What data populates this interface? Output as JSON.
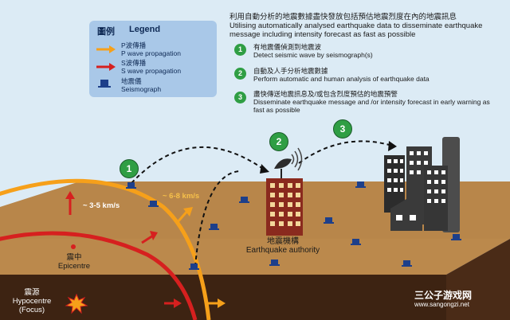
{
  "legend": {
    "title_zh": "圖例",
    "title_en": "Legend",
    "p_wave_zh": "P波傳播",
    "p_wave_en": "P wave propagation",
    "s_wave_zh": "S波傳播",
    "s_wave_en": "S wave propagation",
    "seismo_zh": "地震儀",
    "seismo_en": "Seismograph"
  },
  "header": {
    "line_zh": "利用自動分析的地震數據盡快發放包括預估地震烈度在內的地震訊息",
    "line_en": "Utilising automatically analysed earthquake data to disseminate earthquake message including intensity forecast as fast as possible"
  },
  "steps": [
    {
      "num": "1",
      "zh": "有地震儀偵測到地震波",
      "en": "Detect seismic wave by seismograph(s)"
    },
    {
      "num": "2",
      "zh": "自動及人手分析地震數據",
      "en": "Perform automatic and human analysis of earthquake data"
    },
    {
      "num": "3",
      "zh": "盡快傳送地震訊息及/或包含烈度預估的地震預警",
      "en": "Disseminate earthquake message and /or intensity forecast in early warning as fast as possible"
    }
  ],
  "labels": {
    "s_speed": "~ 3-5 km/s",
    "p_speed": "~ 6-8 km/s",
    "epicentre_zh": "震中",
    "epicentre_en": "Epicentre",
    "hypocentre_zh": "震源",
    "hypocentre_en": "Hypocentre",
    "focus_en": "(Focus)",
    "authority_zh": "地震機構",
    "authority_en": "Earthquake authority",
    "watermark_cn": "三公子游戏网",
    "watermark_url": "www.sangongzi.net"
  },
  "colors": {
    "sky": "#dcebf5",
    "ground_top": "#b8864a",
    "ground_side": "#4a2b17",
    "p_wave": "#f6a01a",
    "s_wave": "#d6201f",
    "seismograph": "#1d3f8a",
    "step_green": "#2f9e44",
    "authority_building": "#8a2a1e"
  }
}
